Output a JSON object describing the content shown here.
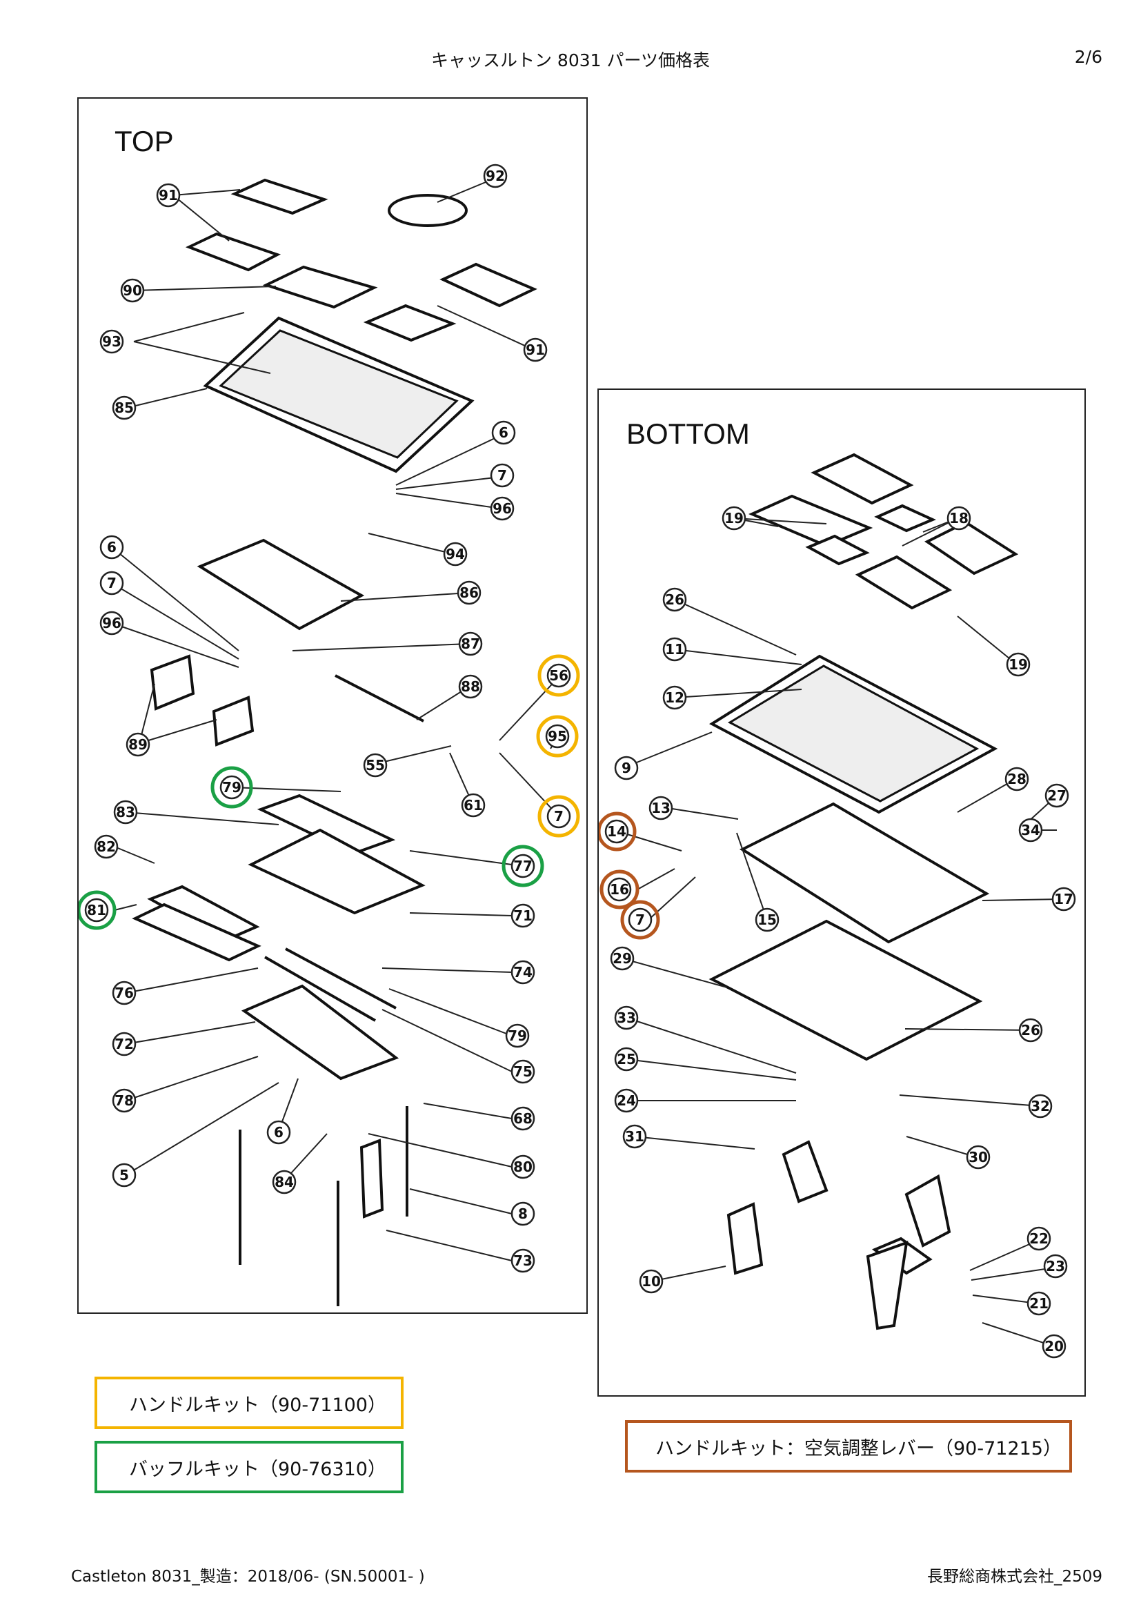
{
  "header": {
    "title": "キャッスルトン 8031 パーツ価格表",
    "page": "2/6"
  },
  "top_panel": {
    "label": "TOP",
    "callouts": [
      "91",
      "92",
      "90",
      "93",
      "91",
      "85",
      "6",
      "7",
      "96",
      "94",
      "6",
      "86",
      "7",
      "96",
      "87",
      "88",
      "56",
      "89",
      "95",
      "55",
      "79",
      "61",
      "7",
      "83",
      "77",
      "82",
      "81",
      "71",
      "74",
      "76",
      "79",
      "72",
      "75",
      "78",
      "68",
      "6",
      "5",
      "84",
      "80",
      "8",
      "73"
    ]
  },
  "bottom_panel": {
    "label": "BOTTOM",
    "callouts": [
      "19",
      "18",
      "26",
      "11",
      "19",
      "12",
      "9",
      "28",
      "13",
      "27",
      "14",
      "34",
      "16",
      "17",
      "7",
      "15",
      "29",
      "26",
      "33",
      "25",
      "32",
      "24",
      "31",
      "30",
      "22",
      "23",
      "10",
      "21",
      "20"
    ]
  },
  "highlight_colors": {
    "handle_kit": "#f4b400",
    "baffle_kit": "#1aa045",
    "air_lever_kit": "#b5561e"
  },
  "kits": {
    "handle": "ハンドルキット（90-71100）",
    "baffle": "バッフルキット（90-76310）",
    "air_lever": "ハンドルキット：空気調整レバー（90-71215）"
  },
  "footer": {
    "left": "Castleton 8031_製造：2018/06- (SN.50001- )",
    "right": "長野総商株式会社_2509"
  }
}
